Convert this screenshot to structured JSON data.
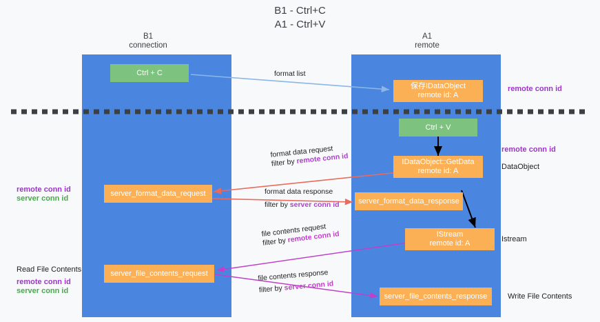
{
  "title": {
    "line1": "B1 - Ctrl+C",
    "line2": "A1 - Ctrl+V"
  },
  "columns": [
    {
      "name": "B1",
      "role": "connection"
    },
    {
      "name": "A1",
      "role": "remote"
    }
  ],
  "nodes": {
    "ctrl_c": {
      "label": "Ctrl + C"
    },
    "ctrl_v": {
      "label": "Ctrl + V"
    },
    "save_idataobject": {
      "line1": "保存IDataObject",
      "line2": "remote id: A"
    },
    "getdata": {
      "line1": "IDataObject::GetData",
      "line2": "remote id: A"
    },
    "istream": {
      "line1": "IStream",
      "line2": "remote id: A"
    },
    "server_format_data_request": {
      "label": "server_format_data_request"
    },
    "server_format_data_response": {
      "label": "server_format_data_response"
    },
    "server_file_contents_request": {
      "label": "server_file_contents_request"
    },
    "server_file_contents_response": {
      "label": "server_file_contents_response"
    }
  },
  "edges": {
    "format_list": {
      "label": "format list"
    },
    "format_data_request": {
      "label": "format data request",
      "filter_prefix": "filter by ",
      "filter_key": "remote conn id"
    },
    "format_data_response": {
      "label": "format data response",
      "filter_prefix": "filter by ",
      "filter_key": "server conn id"
    },
    "file_contents_request": {
      "label": "file contents request",
      "filter_prefix": "filter by ",
      "filter_key": "remote conn id"
    },
    "file_contents_response": {
      "label": "file contents response",
      "filter_prefix": "filter by ",
      "filter_key": "server conn id"
    }
  },
  "annotations": {
    "right_remote_conn_id_top": "remote conn id",
    "right_remote_conn_id_mid": "remote conn id",
    "right_dataobject": "DataObject",
    "right_istream": "Istream",
    "right_write_file_contents": "Write File Contents",
    "left_remote_conn_id_mid": "remote conn id",
    "left_server_conn_id_mid": "server conn id",
    "left_read_file_contents": "Read File Contents",
    "left_remote_conn_id_bottom": "remote conn id",
    "left_server_conn_id_bottom": "server conn id"
  },
  "colors": {
    "lane": "#4a86e0",
    "node_green": "#7dc37f",
    "node_orange": "#fcb055",
    "accent_purple": "#9b36c9",
    "accent_green": "#4aa84d",
    "accent_magenta": "#c13fc9",
    "arrow_blue": "#8ab6e8",
    "arrow_red": "#ea6a5c",
    "arrow_black": "#000000",
    "divider": "#3c4043",
    "background": "#f8f9fa"
  }
}
